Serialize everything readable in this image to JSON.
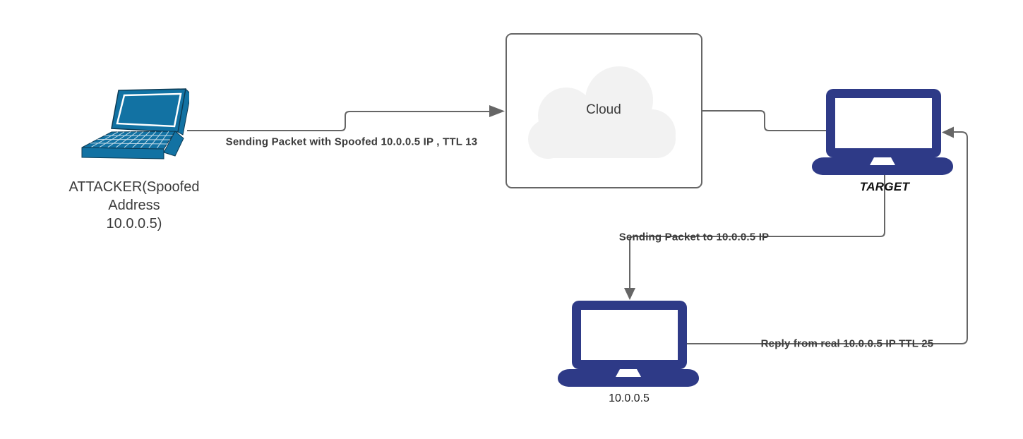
{
  "nodes": {
    "attacker": {
      "label_lines": [
        "ATTACKER(Spoofed",
        "Address",
        "10.0.0.5)"
      ]
    },
    "cloud": {
      "label": "Cloud"
    },
    "target": {
      "label": "TARGET"
    },
    "real_host": {
      "label": "10.0.0.5"
    }
  },
  "edges": {
    "attacker_to_cloud": {
      "label": "Sending Packet with Spoofed 10.0.0.5 IP , TTL 13"
    },
    "target_to_real": {
      "label": "Sending Packet to 10.0.0.5 IP"
    },
    "real_to_target": {
      "label": "Reply from real 10.0.0.5 IP TTL 25"
    }
  },
  "colors": {
    "connector": "#666666",
    "box_border": "#666666",
    "cloud_fill": "#F2F2F2",
    "attacker_laptop": "#1272A3",
    "attacker_laptop_stroke": "#0D3B54",
    "navy_laptop": "#2E3A87",
    "edge_label_text": "#3B3B3B",
    "node_label_text": "#3C3C3C"
  }
}
